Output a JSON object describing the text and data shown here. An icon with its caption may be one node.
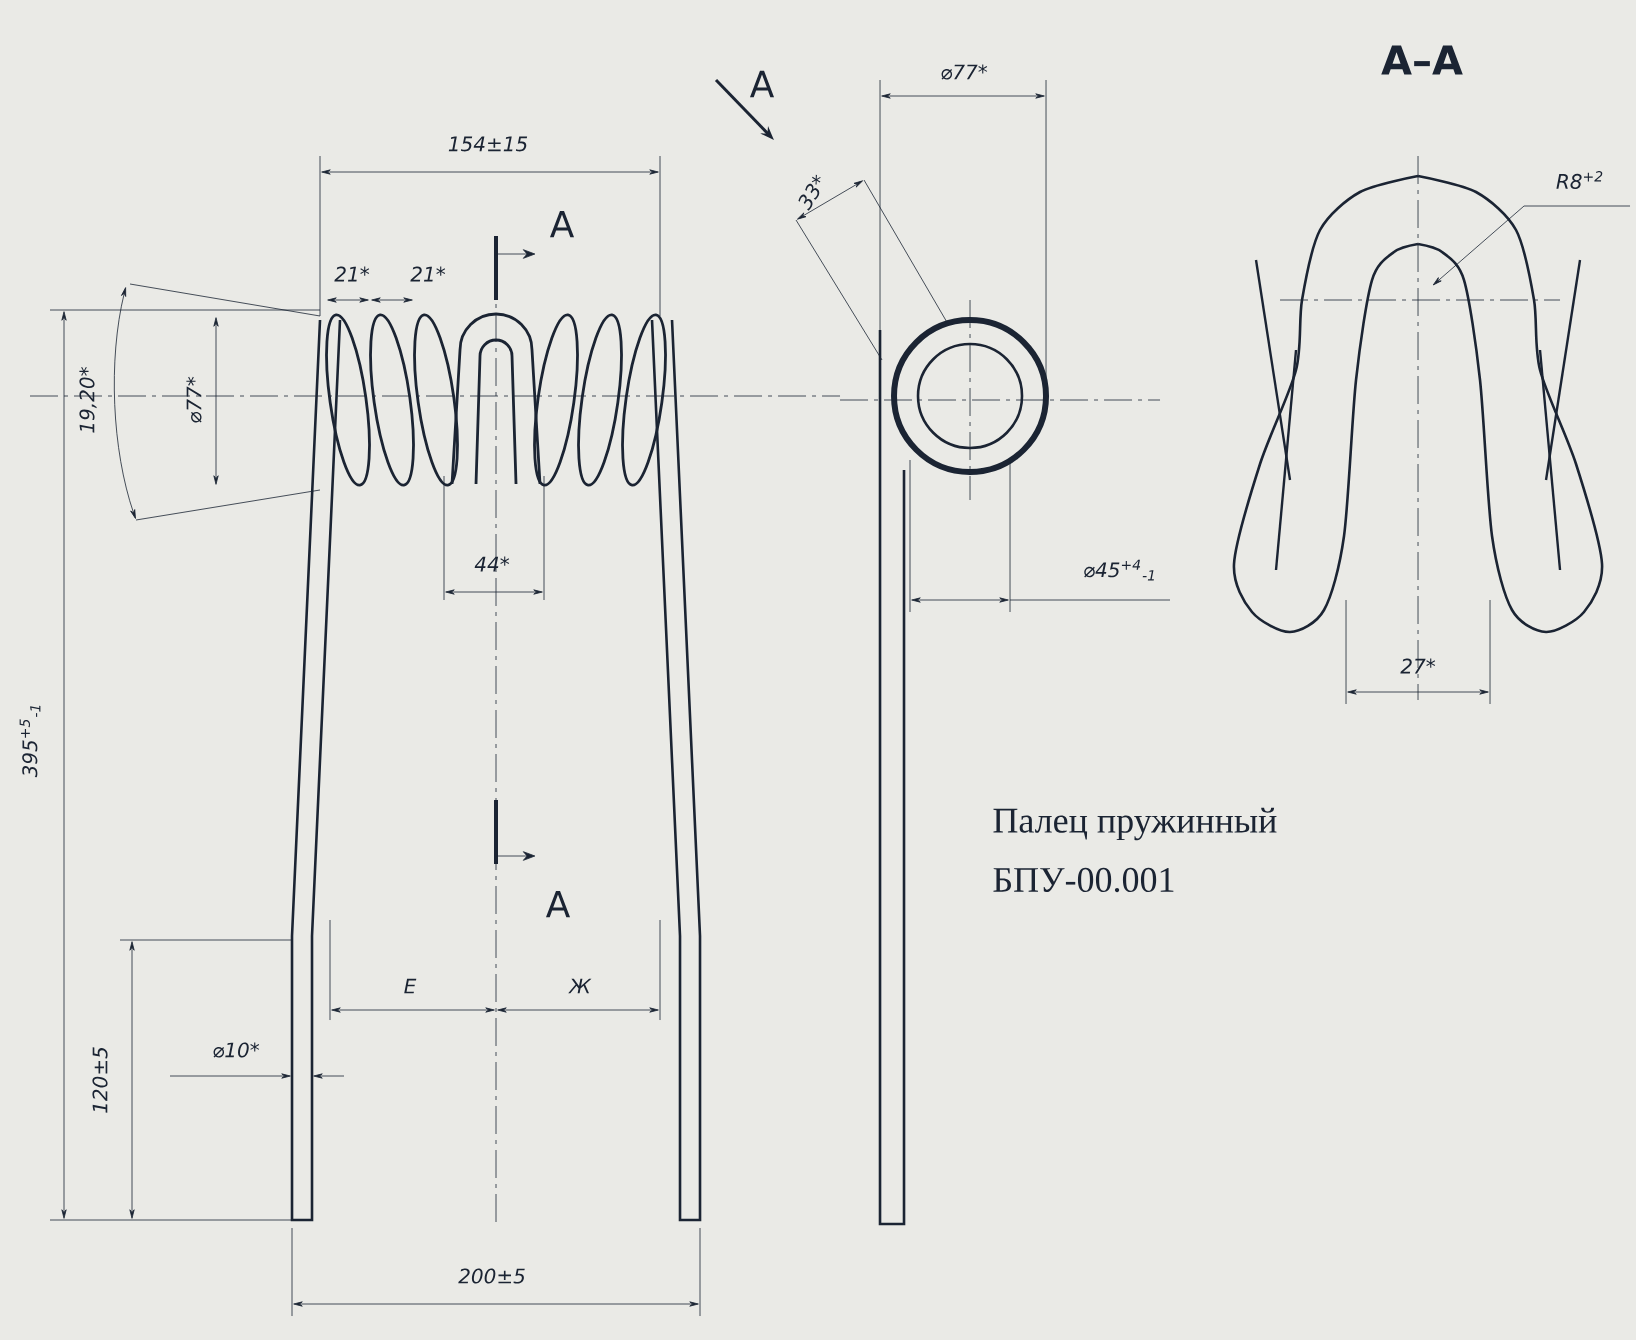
{
  "diagram": {
    "labels": [
      "A",
      "A–A",
      "⌀77*",
      "154±15",
      "A",
      "33*",
      "21*",
      "21*",
      "19,20*",
      "⌀77*",
      "44*",
      "⌀45$^{+4}$$_{-1}$",
      "R8$^{+2}$",
      "27*",
      "395$^{+5}$$_{-1}$",
      "Палец пружинный",
      "БПУ-00.001",
      "A",
      "Е",
      "Ж",
      "120±5",
      "⌀10*",
      "200±5"
    ]
  }
}
